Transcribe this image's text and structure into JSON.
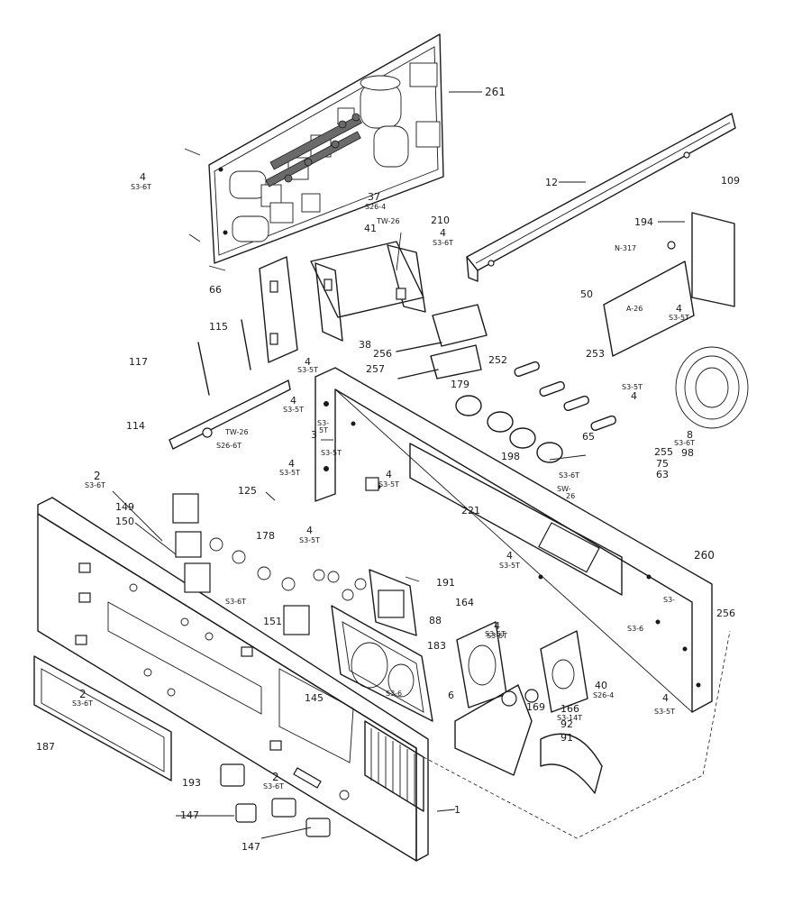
{
  "labels": {
    "l261": "261",
    "l4a": "4",
    "l4a_sub": "S3-6T",
    "l12": "12",
    "l109": "109",
    "l37": "37",
    "l37_sub": "S26-4",
    "l210": "210",
    "ltw26a": "TW-26",
    "l41": "41",
    "l4b": "4",
    "l4b_sub": "S3-6T",
    "l194": "194",
    "ln317": "N-317",
    "l66": "66",
    "l50": "50",
    "la26": "A-26",
    "l4c": "4",
    "l4c_sub": "S3-5T",
    "l115": "115",
    "l38": "38",
    "l256": "256",
    "l117": "117",
    "l4d": "4",
    "l4d_sub": "S3-5T",
    "l257": "257",
    "l252": "252",
    "l253": "253",
    "l179": "179",
    "l4e": "4",
    "l4e_sub": "S3-5T",
    "l114": "114",
    "ltw26b": "TW-26",
    "ls266t": "S26-6T",
    "l3": "3",
    "l53a": "S3-",
    "l53b": "5T",
    "l53c": "S3-5T",
    "l4f": "4",
    "l4f_sub": "S3-5T",
    "l65": "65",
    "l4g": "4",
    "l4g_sub": "S3-5T",
    "l8": "8",
    "l8_sub": "S3-6T",
    "l255": "255",
    "l98": "98",
    "l75": "75",
    "l63": "63",
    "l198": "198",
    "ls36t": "S3-6T",
    "lsw": "SW-",
    "lsw26": "26",
    "l2a": "2",
    "l2a_sub": "S3-6T",
    "l125": "125",
    "l4h": "4",
    "l4h_sub": "S3-5T",
    "l149": "149",
    "l150": "150",
    "l221": "221",
    "l4i": "4",
    "l4i_sub": "S3-5T",
    "l4j": "4",
    "l4j_sub": "S3-5T",
    "l178": "178",
    "l260": "260",
    "l191": "191",
    "l164": "164",
    "l4k": "4",
    "l4k_sub": "S3-5T",
    "l151": "151",
    "l256b": "256",
    "l88": "88",
    "l183": "183",
    "l40": "40",
    "l40_sub": "S26-4",
    "l166": "166",
    "l166_sub": "S3-14T",
    "l6": "6",
    "l169": "169",
    "l92": "92",
    "l91": "91",
    "l4l": "4",
    "l4l_sub": "S3-5T",
    "l145": "145",
    "l2b": "2",
    "l2b_sub": "S3-6T",
    "l187": "187",
    "l193": "193",
    "l2c": "2",
    "l2c_sub": "S3-6T",
    "l1": "1",
    "l147a": "147",
    "l147b": "147",
    "ls36tb": "S3-6T",
    "ls36": "S3-6",
    "l53s": "S3-",
    "l53g": "S3-6T",
    "ls36i": "S3-6"
  }
}
